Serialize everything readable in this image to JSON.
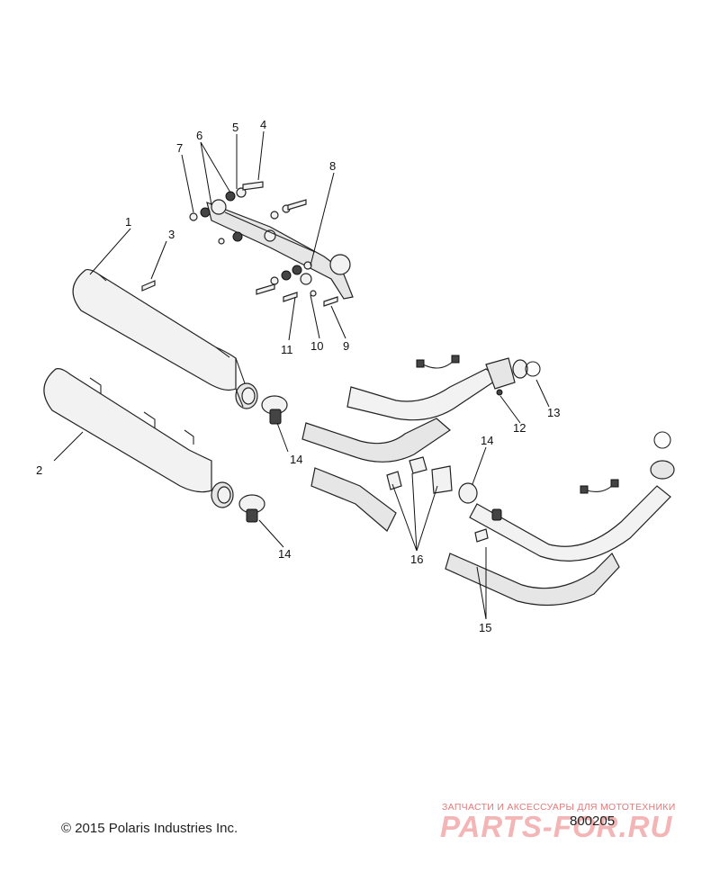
{
  "callouts": {
    "c1": "1",
    "c2": "2",
    "c3": "3",
    "c4": "4",
    "c5": "5",
    "c6": "6",
    "c7": "7",
    "c8": "8",
    "c9": "9",
    "c10": "10",
    "c11": "11",
    "c12": "12",
    "c13": "13",
    "c14a": "14",
    "c14b": "14",
    "c14c": "14",
    "c15": "15",
    "c16": "16"
  },
  "footer": {
    "copyright": "© 2015 Polaris Industries Inc.",
    "diagram_number": "800205"
  },
  "watermark": {
    "tagline": "ЗАПЧАСТИ И АКСЕССУАРЫ ДЛЯ МОТОТЕХНИКИ",
    "brand": "PARTS-FOR.RU"
  }
}
